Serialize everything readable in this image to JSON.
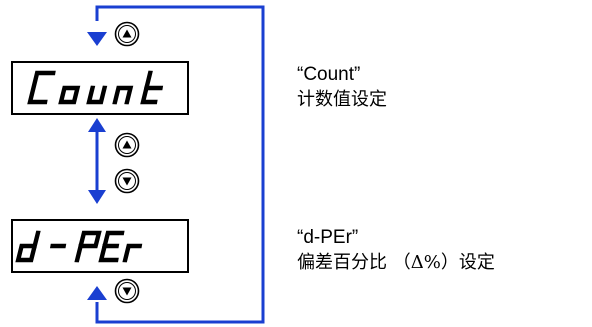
{
  "diagram": {
    "line_color": "#1a3fd1",
    "displays": [
      {
        "id": "count",
        "text": "Count"
      },
      {
        "id": "dper",
        "text": "d-PEr"
      }
    ],
    "buttons": [
      {
        "id": "top-up",
        "symbol": "up-arrow-icon"
      },
      {
        "id": "mid-up",
        "symbol": "up-arrow-icon"
      },
      {
        "id": "mid-down",
        "symbol": "down-arrow-icon"
      },
      {
        "id": "bottom-down",
        "symbol": "down-arrow-icon"
      }
    ]
  },
  "captions": [
    {
      "title": "“Count”",
      "desc": "计数值设定"
    },
    {
      "title": "“d-PEr”",
      "desc": "偏差百分比 （Δ%）设定"
    }
  ]
}
